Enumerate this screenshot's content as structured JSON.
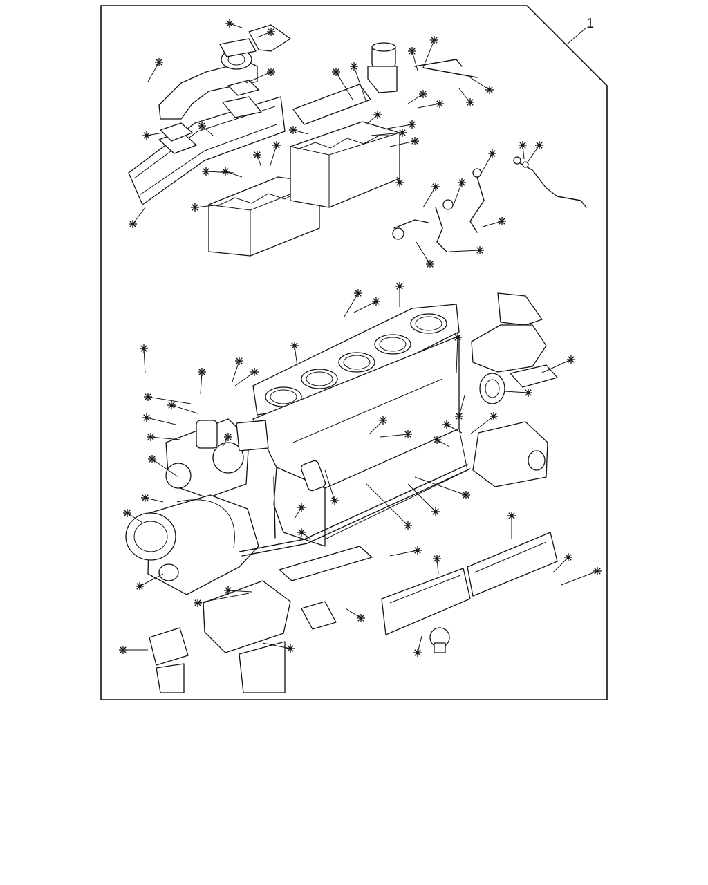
{
  "figure": {
    "callout_item_number": "1",
    "kit_marker_symbol": "✳"
  },
  "parts": [
    {
      "id": "exhaust-manifold-front"
    },
    {
      "id": "exhaust-manifold-rear"
    },
    {
      "id": "manifold-gasket"
    },
    {
      "id": "rocker-cover-front"
    },
    {
      "id": "rocker-cover-rear"
    },
    {
      "id": "oil-filler-cap"
    },
    {
      "id": "oil-pipes"
    },
    {
      "id": "injector-pipe"
    },
    {
      "id": "cylinder-head-gasket"
    },
    {
      "id": "cylinder-block"
    },
    {
      "id": "water-pump"
    },
    {
      "id": "timing-cover"
    },
    {
      "id": "crankshaft-front-seal"
    },
    {
      "id": "oil-pan-gasket"
    },
    {
      "id": "side-cover-gaskets"
    },
    {
      "id": "exhaust-outlet"
    },
    {
      "id": "oil-cooler"
    }
  ],
  "icons": {
    "kit_marker": "asterisk-icon"
  }
}
